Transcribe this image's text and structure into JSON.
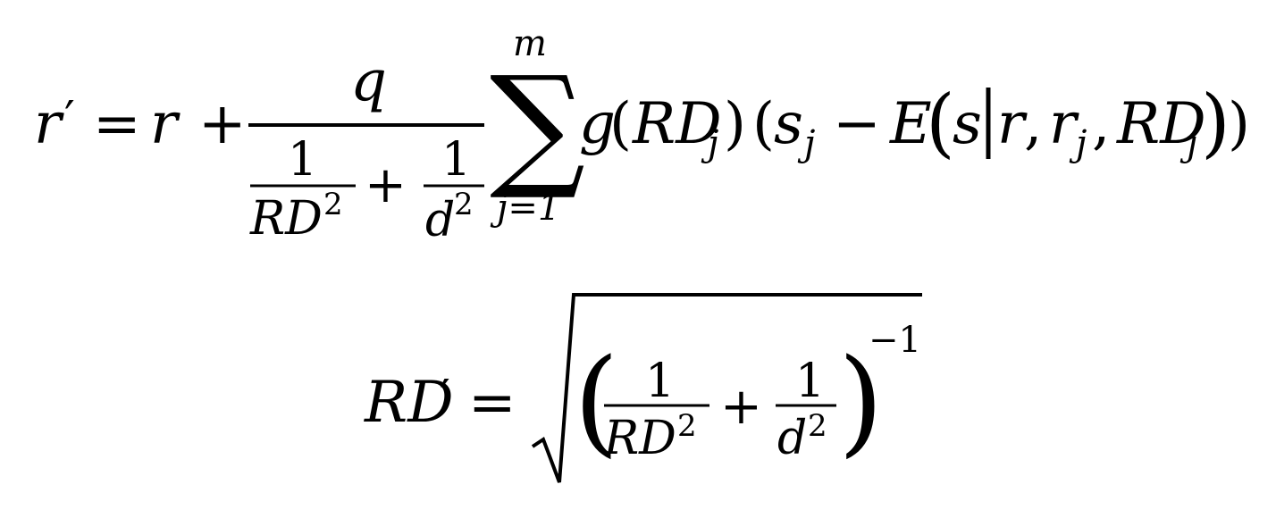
{
  "equation1": {
    "lhs_var": "r",
    "prime": "′",
    "equals": "=",
    "r": "r",
    "plus": "+",
    "numerator": "q",
    "frac1": {
      "num": "1",
      "den_var": "RD",
      "den_exp": "2"
    },
    "plus2": "+",
    "frac2": {
      "num": "1",
      "den_var": "d",
      "den_exp": "2"
    },
    "sum": {
      "symbol": "∑",
      "upper": "m",
      "lower": "j=1"
    },
    "g": "g",
    "lparen1": "(",
    "RD": "RD",
    "sub_j": "j",
    "rparen1": ")",
    "lparen2": "(",
    "s": "s",
    "sub_j2": "j",
    "minus": "−",
    "E": "E",
    "lparen3": "(",
    "s2": "s",
    "bar": "|",
    "r2": "r",
    "comma1": ",",
    "r3": "r",
    "sub_j3": "j",
    "comma2": ",",
    "RD2": "RD",
    "sub_j4": "j",
    "rparen3": ")",
    "rparen2": ")"
  },
  "equation2": {
    "lhs": "RD",
    "prime": "′",
    "equals": "=",
    "lparen": "(",
    "frac1": {
      "num": "1",
      "den_var": "RD",
      "den_exp": "2"
    },
    "plus": "+",
    "frac2": {
      "num": "1",
      "den_var": "d",
      "den_exp": "2"
    },
    "rparen": ")",
    "exponent": "−1"
  }
}
